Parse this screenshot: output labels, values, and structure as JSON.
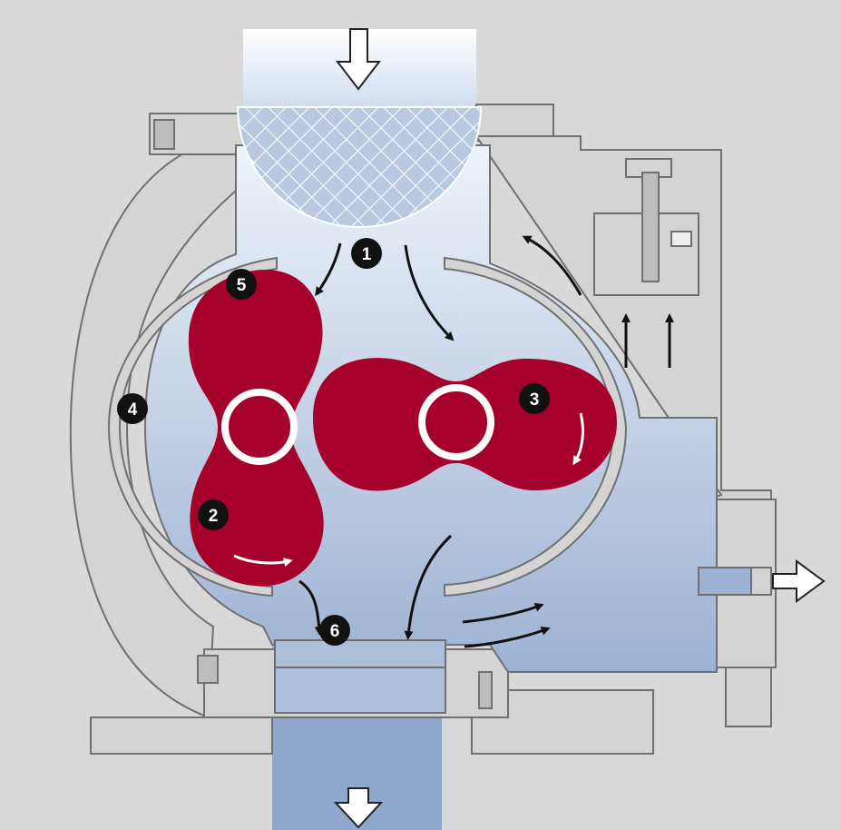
{
  "colors": {
    "background": "#d9d9d9",
    "housing": "#d4d4d4",
    "housing_stroke": "#707070",
    "chamber_top": "#eef3fa",
    "chamber_bottom": "#9db2d3",
    "rotor": "#a6002c",
    "flow_arrow": "#111111",
    "marker": "#111111",
    "outlet_pipe": "#8ea7cb"
  },
  "icons": {
    "inlet": "arrow-down-outline-icon",
    "outlet_right": "arrow-right-outline-icon",
    "outlet_bottom": "arrow-down-outline-icon",
    "flow": "curved-arrow-icon",
    "rotation": "rotation-arrow-icon"
  },
  "markers": [
    {
      "id": "1",
      "label": "1"
    },
    {
      "id": "2",
      "label": "2"
    },
    {
      "id": "3",
      "label": "3"
    },
    {
      "id": "4",
      "label": "4"
    },
    {
      "id": "5",
      "label": "5"
    },
    {
      "id": "6",
      "label": "6"
    }
  ]
}
